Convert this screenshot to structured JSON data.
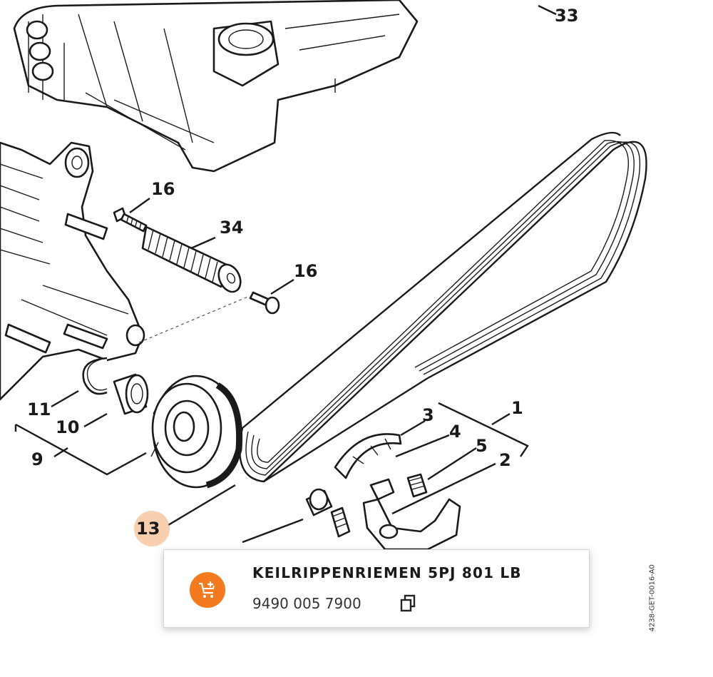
{
  "diagram": {
    "callouts": {
      "c33": "33",
      "c16a": "16",
      "c34": "34",
      "c16b": "16",
      "c3": "3",
      "c1": "1",
      "c4": "4",
      "c5": "5",
      "c2": "2",
      "c11": "11",
      "c10": "10",
      "c9": "9"
    },
    "highlighted": "13",
    "doc_code": "4238-GET-0016-A0",
    "highlight_color": "#f4aa6e"
  },
  "popup": {
    "title": "KEILRIPPENRIEMEN 5PJ 801 LB",
    "part_number": "9490 005 7900",
    "cart_icon": "add-to-cart-icon",
    "copy_icon": "copy-icon",
    "accent_color": "#f37a1f"
  }
}
